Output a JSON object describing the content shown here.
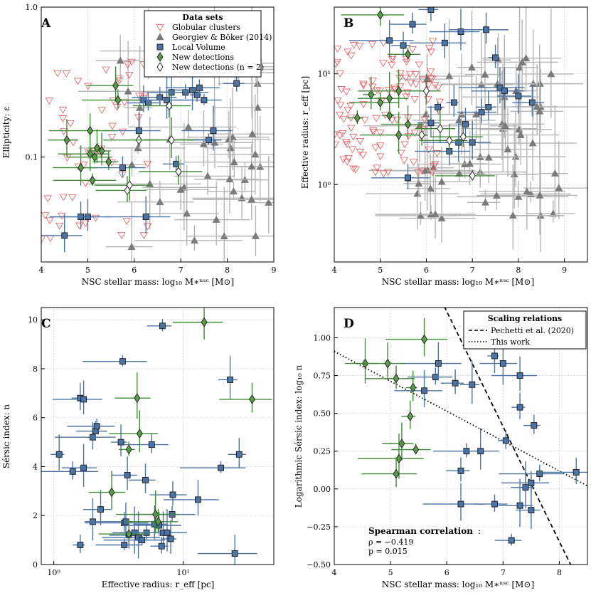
{
  "panels": [
    {
      "id": "A",
      "xlabel": "NSC stellar mass: log₁₀ M∗ⁿˢᶜ [M⊙]",
      "ylabel": "Ellipticity: ε",
      "xscale": "linear",
      "yscale": "log",
      "xlim": [
        4,
        9
      ],
      "ylim": [
        0.02,
        1.0
      ],
      "xticks": [
        "4",
        "5",
        "6",
        "7",
        "8",
        "9"
      ],
      "yticks": [
        "0.1",
        "1.0"
      ],
      "legend": {
        "title": "Data sets",
        "entries": [
          "Globular clusters",
          "Georgiev & Böker (2014)",
          "Local Volume",
          "New detections",
          "New detections (n = 2)"
        ]
      }
    },
    {
      "id": "B",
      "xlabel": "NSC stellar mass: log₁₀ M∗ⁿˢᶜ [M⊙]",
      "ylabel": "Effective radius: r_eff [pc]",
      "xscale": "linear",
      "yscale": "log",
      "xlim": [
        4,
        9.5
      ],
      "ylim": [
        0.2,
        40
      ],
      "xticks": [
        "4",
        "5",
        "6",
        "7",
        "8",
        "9"
      ],
      "yticks": [
        "10⁰",
        "10¹"
      ]
    },
    {
      "id": "C",
      "xlabel": "Effective radius: r_eff [pc]",
      "ylabel": "Sérsic index: n",
      "xscale": "log",
      "yscale": "linear",
      "xlim": [
        0.8,
        50
      ],
      "ylim": [
        0,
        10.5
      ],
      "xticks": [
        "10⁰",
        "10¹"
      ],
      "yticks": [
        "0",
        "2",
        "4",
        "6",
        "8",
        "10"
      ]
    },
    {
      "id": "D",
      "xlabel": "NSC stellar mass: log₁₀ M∗ⁿˢᶜ [M⊙]",
      "ylabel": "Logarithmic Sérsic index: log₁₀ n",
      "xscale": "linear",
      "yscale": "linear",
      "xlim": [
        4,
        8.5
      ],
      "ylim": [
        -0.5,
        1.2
      ],
      "xticks": [
        "4",
        "5",
        "6",
        "7",
        "8"
      ],
      "yticks": [
        "−0.50",
        "−0.25",
        "0.00",
        "0.25",
        "0.50",
        "0.75",
        "1.00"
      ],
      "legend": {
        "title": "Scaling relations",
        "entries": [
          "Pechetti et al. (2020)",
          "This work"
        ]
      },
      "annotation": {
        "title": "Spearman correlation",
        "rho": "ρ = −0.419",
        "p": "p = 0.015"
      }
    }
  ],
  "colors": {
    "globular": "#e8585c",
    "georgiev": "#8a8a8a",
    "local": "#4b73a6",
    "new": "#3f8a34",
    "new_fill": "#5a9a48"
  },
  "chart_data": [
    {
      "panel": "A",
      "type": "scatter",
      "series": [
        {
          "name": "Local Volume",
          "points": [
            [
              4.5,
              0.03
            ],
            [
              4.85,
              0.04
            ],
            [
              5.0,
              0.04
            ],
            [
              5.75,
              0.085
            ],
            [
              6.2,
              0.24
            ],
            [
              6.3,
              0.23
            ],
            [
              6.55,
              0.25
            ],
            [
              6.7,
              0.24
            ],
            [
              6.8,
              0.27
            ],
            [
              7.1,
              0.27
            ],
            [
              7.25,
              0.28
            ],
            [
              7.35,
              0.26
            ],
            [
              7.6,
              0.13
            ],
            [
              7.7,
              0.15
            ],
            [
              8.2,
              0.31
            ],
            [
              6.25,
              0.04
            ],
            [
              6.9,
              0.09
            ],
            [
              7.5,
              0.24
            ],
            [
              6.1,
              0.15
            ],
            [
              7.4,
              0.29
            ]
          ]
        },
        {
          "name": "New detections",
          "points": [
            [
              4.55,
              0.13
            ],
            [
              5.05,
              0.15
            ],
            [
              4.85,
              0.085
            ],
            [
              5.05,
              0.105
            ],
            [
              5.15,
              0.1
            ],
            [
              5.2,
              0.115
            ],
            [
              5.3,
              0.11
            ],
            [
              5.45,
              0.093
            ],
            [
              5.6,
              0.3
            ],
            [
              5.65,
              0.24
            ],
            [
              5.1,
              0.07
            ]
          ]
        },
        {
          "name": "New detections (n = 2)",
          "points": [
            [
              5.85,
              0.06
            ],
            [
              5.9,
              0.065
            ],
            [
              6.1,
              0.13
            ],
            [
              6.95,
              0.08
            ],
            [
              6.75,
              0.22
            ],
            [
              6.8,
              0.13
            ]
          ]
        }
      ]
    },
    {
      "panel": "B",
      "type": "scatter",
      "series": [
        {
          "name": "Local Volume",
          "points": [
            [
              5.2,
              20
            ],
            [
              5.5,
              18
            ],
            [
              5.7,
              28
            ],
            [
              6.1,
              38
            ],
            [
              6.4,
              19
            ],
            [
              6.75,
              24
            ],
            [
              7.3,
              25
            ],
            [
              7.5,
              14
            ],
            [
              7.6,
              7.5
            ],
            [
              7.7,
              7.0
            ],
            [
              8.0,
              6.3
            ],
            [
              8.3,
              5.5
            ],
            [
              6.6,
              5.5
            ],
            [
              6.85,
              3.5
            ],
            [
              7.2,
              4.5
            ],
            [
              7.35,
              5.0
            ],
            [
              6.1,
              3.6
            ],
            [
              6.25,
              5.0
            ],
            [
              6.5,
              2.0
            ],
            [
              6.7,
              2.4
            ],
            [
              7.0,
              2.4
            ],
            [
              5.6,
              1.15
            ]
          ]
        },
        {
          "name": "New detections",
          "points": [
            [
              5.0,
              34
            ],
            [
              5.6,
              15
            ],
            [
              4.5,
              4.0
            ],
            [
              4.8,
              6.5
            ],
            [
              5.0,
              5.5
            ],
            [
              5.2,
              4.2
            ],
            [
              5.2,
              6.0
            ],
            [
              5.4,
              2.8
            ],
            [
              5.4,
              7.0
            ],
            [
              5.6,
              3.5
            ]
          ]
        },
        {
          "name": "New detections (n = 2)",
          "points": [
            [
              5.9,
              2.8
            ],
            [
              6.0,
              7.0
            ],
            [
              6.3,
              3.2
            ],
            [
              6.5,
              2.5
            ],
            [
              6.8,
              2.7
            ],
            [
              7.0,
              1.2
            ]
          ]
        }
      ]
    },
    {
      "panel": "C",
      "type": "scatter",
      "series": [
        {
          "name": "Local Volume",
          "points": [
            [
              1.1,
              4.5
            ],
            [
              1.4,
              3.8
            ],
            [
              1.6,
              0.8
            ],
            [
              1.6,
              6.8
            ],
            [
              1.7,
              6.75
            ],
            [
              1.7,
              3.95
            ],
            [
              2.0,
              1.75
            ],
            [
              2.0,
              5.2
            ],
            [
              2.1,
              5.45
            ],
            [
              2.15,
              5.65
            ],
            [
              2.3,
              2.25
            ],
            [
              3.3,
              5.0
            ],
            [
              3.4,
              8.3
            ],
            [
              3.5,
              1.7
            ],
            [
              3.5,
              0.8
            ],
            [
              3.6,
              1.75
            ],
            [
              3.7,
              3.65
            ],
            [
              3.8,
              1.2
            ],
            [
              4.2,
              1.3
            ],
            [
              4.5,
              1.1
            ],
            [
              4.8,
              1.0
            ],
            [
              5.1,
              3.45
            ],
            [
              5.2,
              1.3
            ],
            [
              5.7,
              4.9
            ],
            [
              6.0,
              1.65
            ],
            [
              6.5,
              1.6
            ],
            [
              6.8,
              0.75
            ],
            [
              6.9,
              9.75
            ],
            [
              7.0,
              1.3
            ],
            [
              7.5,
              1.3
            ],
            [
              8.0,
              1.05
            ],
            [
              8.2,
              2.05
            ],
            [
              8.3,
              2.85
            ],
            [
              13.0,
              2.65
            ],
            [
              19.5,
              3.95
            ],
            [
              23.0,
              7.55
            ],
            [
              25.0,
              0.45
            ],
            [
              27.0,
              4.5
            ]
          ]
        },
        {
          "name": "New detections",
          "points": [
            [
              2.8,
              2.95
            ],
            [
              3.8,
              1.25
            ],
            [
              3.8,
              4.7
            ],
            [
              4.4,
              6.8
            ],
            [
              4.6,
              5.35
            ],
            [
              6.1,
              2.05
            ],
            [
              6.4,
              1.75
            ],
            [
              14.5,
              9.9
            ],
            [
              34.0,
              6.75
            ]
          ]
        }
      ]
    },
    {
      "panel": "D",
      "type": "scatter",
      "relations": [
        {
          "name": "Pechetti et al. (2020)",
          "style": "dashed",
          "x": [
            5.9,
            8.2
          ],
          "y": [
            1.25,
            -0.5
          ]
        },
        {
          "name": "This work",
          "style": "dotted",
          "x": [
            4.0,
            8.5
          ],
          "y": [
            0.91,
            0.02
          ]
        }
      ],
      "series": [
        {
          "name": "Local Volume",
          "points": [
            [
              5.6,
              0.65
            ],
            [
              5.8,
              0.74
            ],
            [
              5.85,
              0.83
            ],
            [
              6.15,
              0.7
            ],
            [
              6.45,
              0.69
            ],
            [
              6.25,
              0.12
            ],
            [
              6.25,
              -0.1
            ],
            [
              6.35,
              0.25
            ],
            [
              6.6,
              0.25
            ],
            [
              6.85,
              0.88
            ],
            [
              6.85,
              -0.1
            ],
            [
              7.05,
              0.32
            ],
            [
              7.0,
              0.83
            ],
            [
              7.3,
              0.75
            ],
            [
              7.3,
              0.54
            ],
            [
              7.4,
              0.01
            ],
            [
              7.55,
              0.42
            ],
            [
              7.5,
              0.04
            ],
            [
              7.65,
              0.1
            ],
            [
              7.5,
              -0.14
            ],
            [
              7.3,
              -0.11
            ],
            [
              7.15,
              -0.34
            ],
            [
              8.3,
              0.11
            ]
          ]
        },
        {
          "name": "New detections",
          "points": [
            [
              4.55,
              0.83
            ],
            [
              4.95,
              0.83
            ],
            [
              5.1,
              0.73
            ],
            [
              5.6,
              0.99
            ],
            [
              5.4,
              0.67
            ],
            [
              5.35,
              0.48
            ],
            [
              5.2,
              0.3
            ],
            [
              5.45,
              0.26
            ],
            [
              5.15,
              0.2
            ],
            [
              5.1,
              0.1
            ]
          ]
        }
      ]
    }
  ]
}
